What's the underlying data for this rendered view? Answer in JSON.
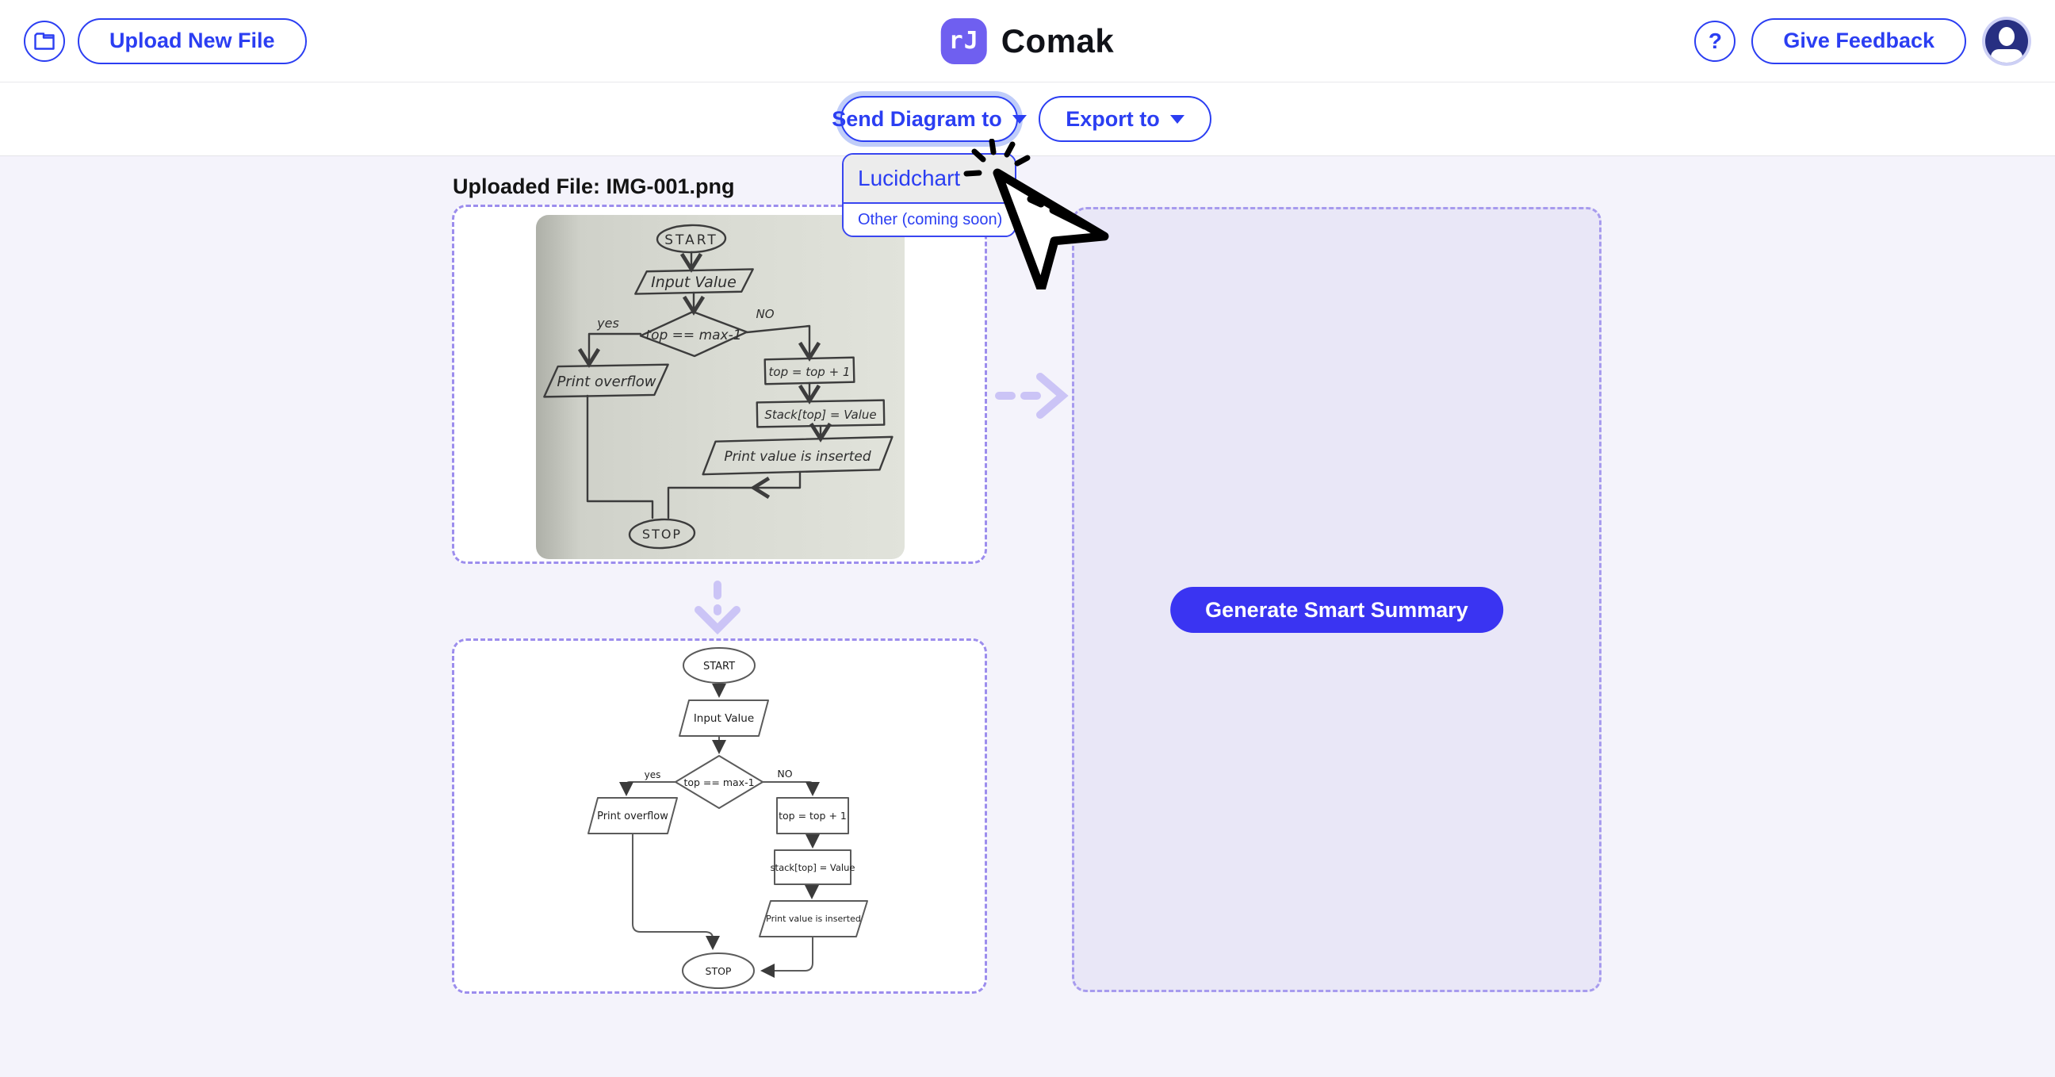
{
  "colors": {
    "accent": "#2b3ef2",
    "accent_fill": "#3a34f2",
    "logo_purple": "#6f5ff0",
    "panel_dash": "#9c8ded",
    "right_panel_bg": "#e9e7f7",
    "page_bg": "#f4f3fb"
  },
  "header": {
    "upload_button": "Upload New File",
    "brand": "Comak",
    "brand_glyph": "rJ",
    "help_label": "?",
    "give_feedback_button": "Give Feedback"
  },
  "toolbar": {
    "send_diagram_button": "Send Diagram to",
    "export_button": "Export to"
  },
  "dropdown": {
    "items": [
      {
        "label": "Lucidchart"
      },
      {
        "label": "Other (coming soon)"
      }
    ]
  },
  "main": {
    "uploaded_file_label": "Uploaded File: IMG-001.png",
    "generate_summary_button": "Generate Smart Summary"
  },
  "flow_original": {
    "start": "START",
    "input": "Input Value",
    "decision": "top == max-1",
    "yes": "yes",
    "no": "NO",
    "overflow": "Print overflow",
    "increment": "top = top + 1",
    "assign": "Stack[top] = Value",
    "print": "Print value is inserted",
    "stop": "STOP"
  },
  "flow_digital": {
    "start": "START",
    "input": "Input Value",
    "decision": "top == max-1",
    "yes": "yes",
    "no": "NO",
    "overflow": "Print overflow",
    "increment": "top = top + 1",
    "assign": "stack[top] = Value",
    "print": "Print value is inserted",
    "stop": "STOP"
  }
}
